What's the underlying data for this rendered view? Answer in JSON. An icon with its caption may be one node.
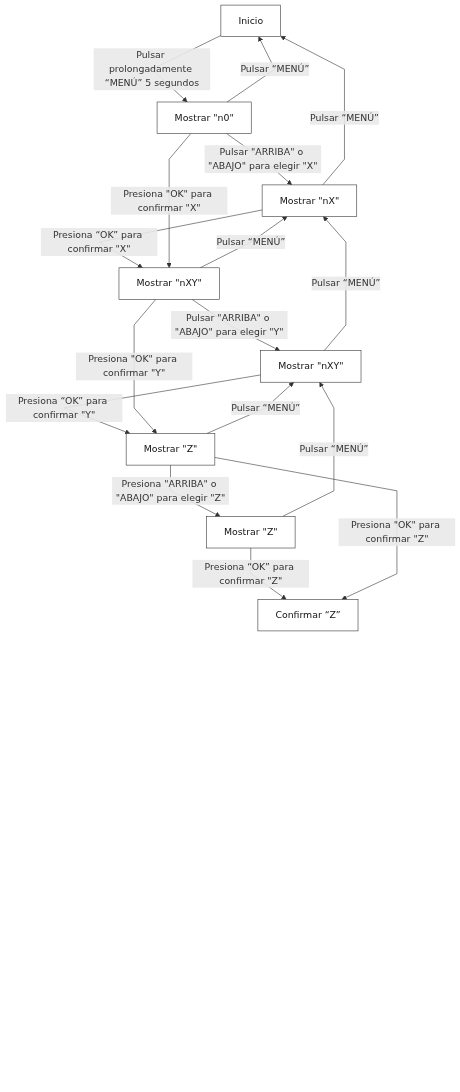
{
  "diagram": {
    "nodes": [
      {
        "text": [
          "Inicio"
        ]
      },
      {
        "text": [
          "Mostrar \"n0\""
        ]
      },
      {
        "text": [
          "Mostrar \"nX\""
        ]
      },
      {
        "text": [
          "Mostrar \"nXY\""
        ]
      },
      {
        "text": [
          "Mostrar \"nXY\""
        ]
      },
      {
        "text": [
          "Mostrar \"Z\""
        ]
      },
      {
        "text": [
          "Mostrar \"Z\""
        ]
      },
      {
        "text": [
          "Confirmar “Z”"
        ]
      }
    ],
    "edges": [
      {
        "from": 0,
        "to": 1,
        "arrow": "to",
        "label": "Pulsar prolongadamente “MENÚ” 5 segundos"
      },
      {
        "from": 1,
        "to": 2,
        "arrow": "to",
        "label": "Pulsar \"ARRIBA\" o \"ABAJO\" para elegir \"X\""
      },
      {
        "from": 2,
        "to": 3,
        "arrow": "to",
        "label": "Presiona “OK” para confirmar \"X\""
      },
      {
        "from": 3,
        "to": 4,
        "arrow": "to",
        "label": "Pulsar \"ARRIBA\" o \"ABAJO\" para elegir \"Y\""
      },
      {
        "from": 4,
        "to": 5,
        "arrow": "to",
        "label": "Presiona “OK” para confirmar \"Y\""
      },
      {
        "from": 5,
        "to": 6,
        "arrow": "to",
        "label": "Presiona \"ARRIBA\" o \"ABAJO\" para elegir \"Z\""
      },
      {
        "from": 6,
        "to": 7,
        "arrow": "to",
        "label": "Presiona “OK” para confirmar \"Z\""
      },
      {
        "from": 1,
        "to": 0,
        "arrow": "to",
        "label": "Pulsar “MENÚ”"
      },
      {
        "from": 2,
        "to": 0,
        "arrow": "to",
        "label": "Pulsar “MENÚ”"
      },
      {
        "from": 3,
        "to": 2,
        "arrow": "to",
        "label": "Pulsar “MENÚ”"
      },
      {
        "from": 4,
        "to": 2,
        "arrow": "to",
        "label": "Pulsar “MENÚ”"
      },
      {
        "from": 5,
        "to": 4,
        "arrow": "to",
        "label": "Pulsar “MENÚ”"
      },
      {
        "from": 6,
        "to": 4,
        "arrow": "to",
        "label": "Pulsar “MENÚ”"
      },
      {
        "from": 1,
        "to": 3,
        "arrow": "to",
        "label": "Presiona \"OK\" para confirmar \"X\""
      },
      {
        "from": 3,
        "to": 5,
        "arrow": "to",
        "label": "Presiona \"OK\" para confirmar \"Y\""
      },
      {
        "from": 5,
        "to": 7,
        "arrow": "to",
        "label": "Presiona \"OK\" para confirmar \"Z\""
      }
    ]
  }
}
